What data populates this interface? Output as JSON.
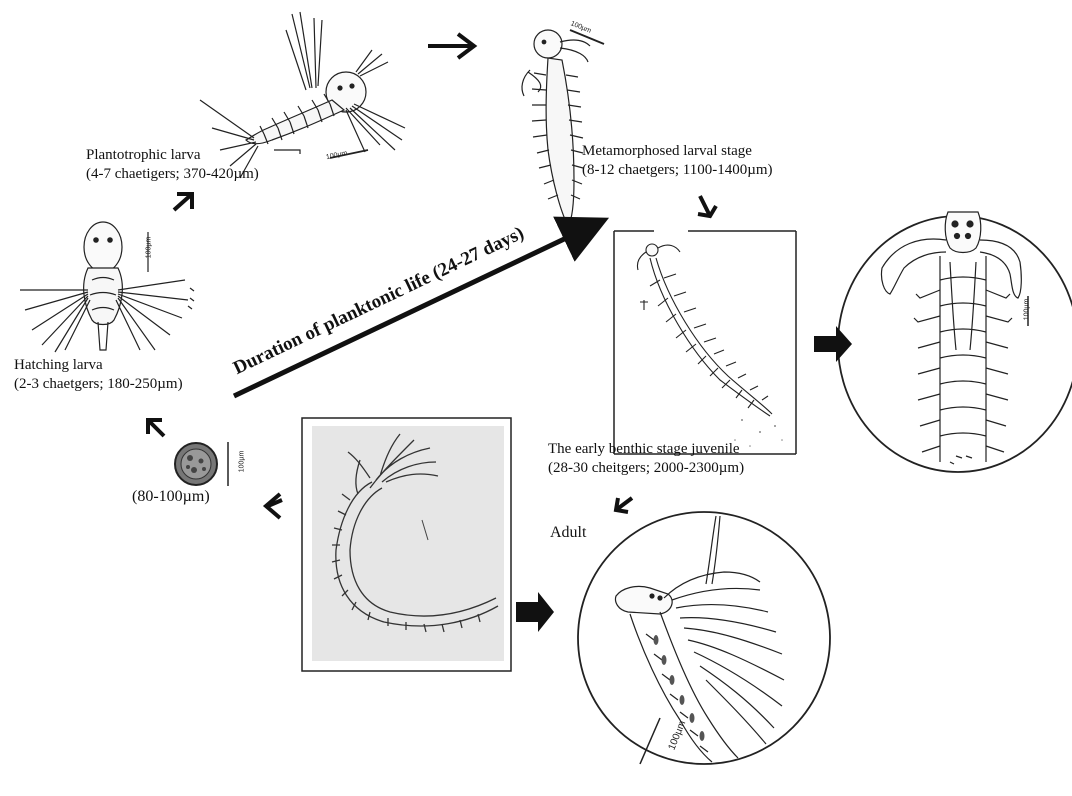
{
  "stages": {
    "egg": {
      "label": "(80-100µm)",
      "scale": "100µm"
    },
    "hatching": {
      "name": "Hatching larva",
      "detail": "(2-3 chaetgers; 180-250µm)",
      "scale": "100µm"
    },
    "plantotrophic": {
      "name": "Plantotrophic larva",
      "detail": "(4-7 chaetigers; 370-420µm)",
      "scale": "100µm"
    },
    "metamorphosed": {
      "name": "Metamorphosed larval stage",
      "detail": "(8-12 chaetgers; 1100-1400µm)",
      "scale": "100µm"
    },
    "benthic": {
      "name": "The early benthic stage juvenile",
      "detail": "(28-30 cheitgers; 2000-2300µm)",
      "scale": "100µm"
    },
    "adult": {
      "name": "Adult",
      "scale": "100µm"
    }
  },
  "planktonic_duration": "Duration of planktonic life (24-27 days)",
  "colors": {
    "ink": "#111111",
    "panel": "#e6e6e6"
  }
}
